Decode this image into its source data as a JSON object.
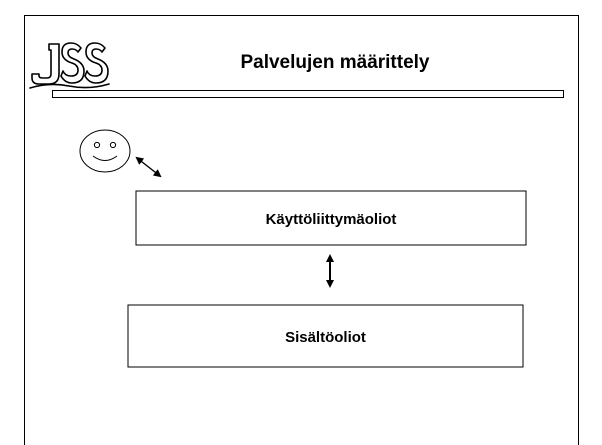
{
  "slide": {
    "logo_text": "JSS",
    "title": "Palvelujen määrittely"
  },
  "diagram": {
    "user_icon": "smiley-face-icon",
    "boxes": {
      "ui_objects": "Käyttöliittymäoliot",
      "content_objects": "Sisältöoliot"
    },
    "connectors": {
      "user_to_ui": "double-arrow-diagonal",
      "ui_to_content": "double-arrow-vertical"
    }
  }
}
